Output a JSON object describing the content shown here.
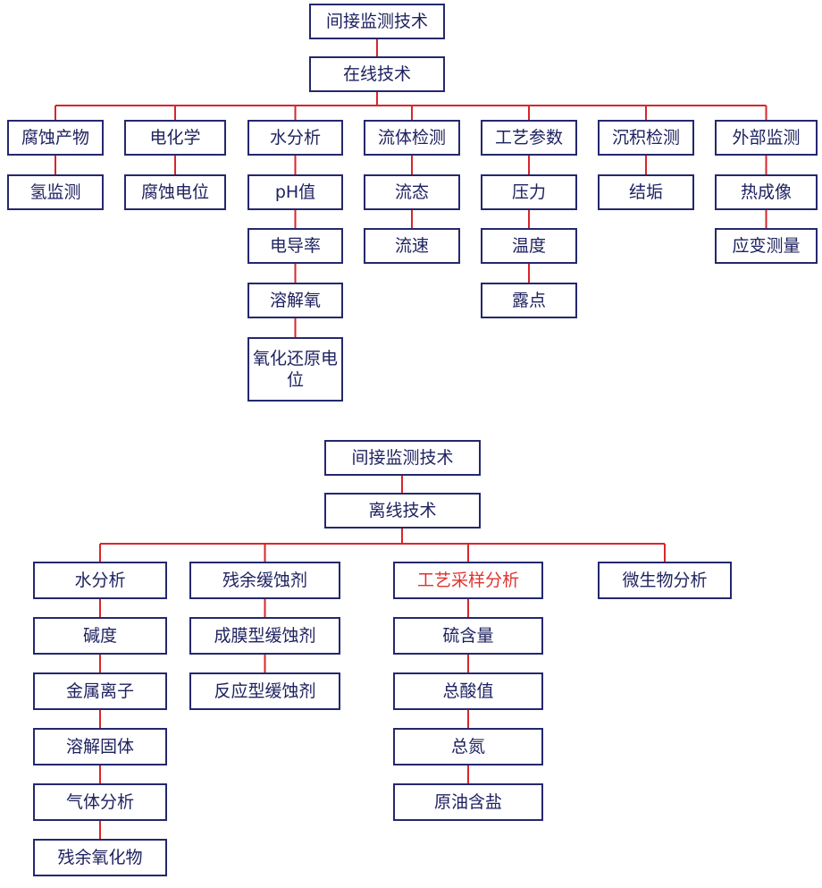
{
  "colors": {
    "box_border": "#24286e",
    "text": "#1f2260",
    "connector": "#d8262b",
    "highlight_text": "#e0332f"
  },
  "online": {
    "root": "间接监测技术",
    "sub": "在线技术",
    "categories": [
      {
        "label": "腐蚀产物",
        "items": [
          "氢监测"
        ]
      },
      {
        "label": "电化学",
        "items": [
          "腐蚀电位"
        ]
      },
      {
        "label": "水分析",
        "items": [
          "pH值",
          "电导率",
          "溶解氧",
          "氧化还原电位"
        ]
      },
      {
        "label": "流体检测",
        "items": [
          "流态",
          "流速"
        ]
      },
      {
        "label": "工艺参数",
        "items": [
          "压力",
          "温度",
          "露点"
        ]
      },
      {
        "label": "沉积检测",
        "items": [
          "结垢"
        ]
      },
      {
        "label": "外部监测",
        "items": [
          "热成像",
          "应变测量"
        ]
      }
    ]
  },
  "offline": {
    "root": "间接监测技术",
    "sub": "离线技术",
    "categories": [
      {
        "label": "水分析",
        "items": [
          "碱度",
          "金属离子",
          "溶解固体",
          "气体分析",
          "残余氧化物"
        ]
      },
      {
        "label": "残余缓蚀剂",
        "items": [
          "成膜型缓蚀剂",
          "反应型缓蚀剂"
        ]
      },
      {
        "label": "工艺采样分析",
        "highlight": true,
        "items": [
          "硫含量",
          "总酸值",
          "总氮",
          "原油含盐"
        ]
      },
      {
        "label": "微生物分析",
        "items": []
      }
    ]
  }
}
